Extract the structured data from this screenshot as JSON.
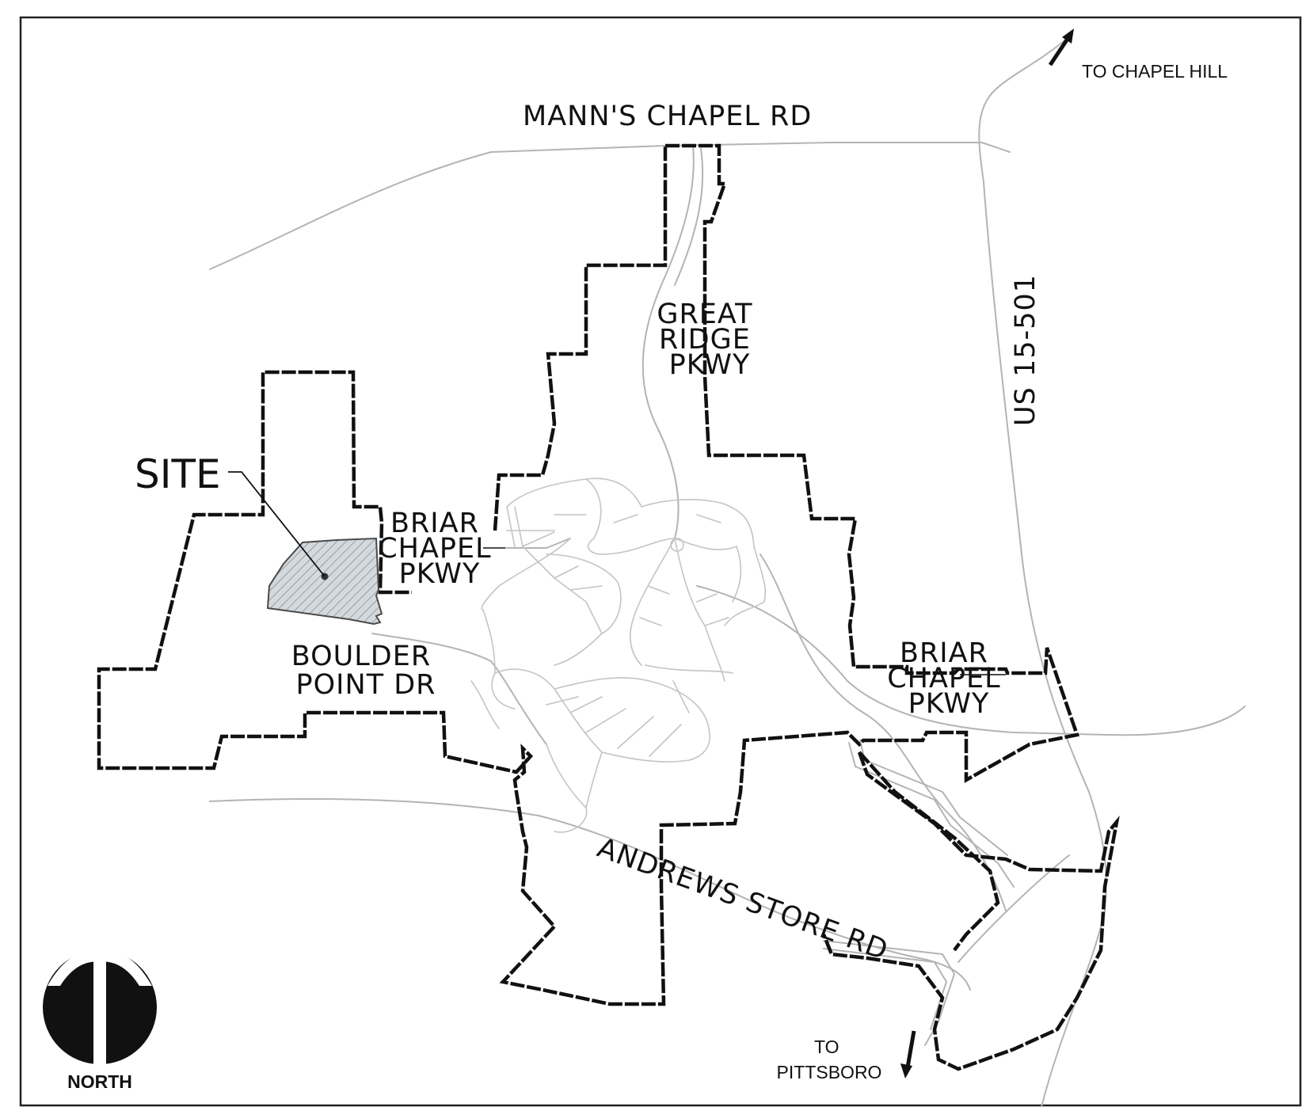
{
  "roads": {
    "manns_chapel": "MANN'S CHAPEL RD",
    "us_15_501": "US 15-501",
    "andrews_store": "ANDREWS STORE RD",
    "boulder_point": [
      "BOULDER",
      "POINT DR"
    ],
    "great_ridge": [
      "GREAT",
      "RIDGE",
      "PKWY"
    ],
    "briar_chapel_west": [
      "BRIAR",
      "CHAPEL",
      "PKWY"
    ],
    "briar_chapel_east": [
      "BRIAR",
      "CHAPEL",
      "PKWY"
    ]
  },
  "destinations": {
    "north": "TO CHAPEL HILL",
    "south": [
      "TO",
      "PITTSBORO"
    ]
  },
  "site": {
    "label": "SITE"
  },
  "north_arrow": {
    "label": "NORTH"
  },
  "colors": {
    "boundary": "#111111",
    "roads": "#b4b4b4",
    "site_fill": "#d4d9dd"
  }
}
